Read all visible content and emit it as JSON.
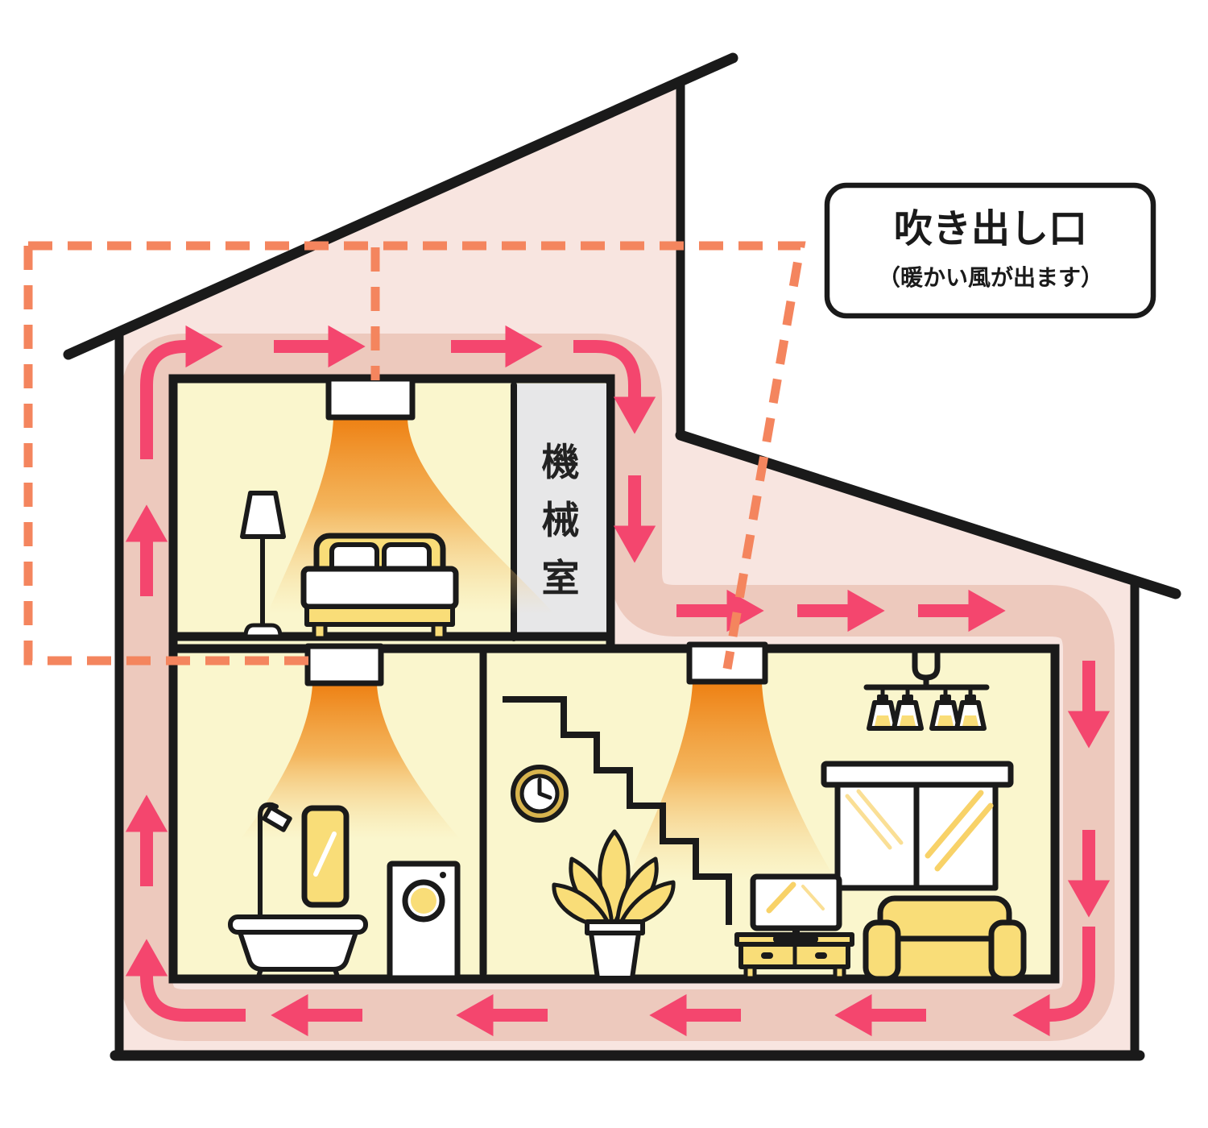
{
  "diagram": {
    "description_hidden_note": "house cross-section heating airflow diagram",
    "callout": {
      "title": "吹き出し口",
      "subtitle": "（暖かい風が出ます）"
    },
    "machine_room": {
      "label": "機械室",
      "chars": [
        "機",
        "械",
        "室"
      ]
    }
  },
  "colors": {
    "outline": "#1a1a1a",
    "cavity": "#f8e5e0",
    "band": "#edc9bd",
    "arrow": "#f4466e",
    "duct_dash": "#f4855e",
    "room": "#faf6cd",
    "machine_gray": "#e7e7e8",
    "furniture": "#f9dd78",
    "cone_top": "#ee8114",
    "clock_gold": "#d8b44e",
    "glare_yellow": "#f8d268"
  }
}
